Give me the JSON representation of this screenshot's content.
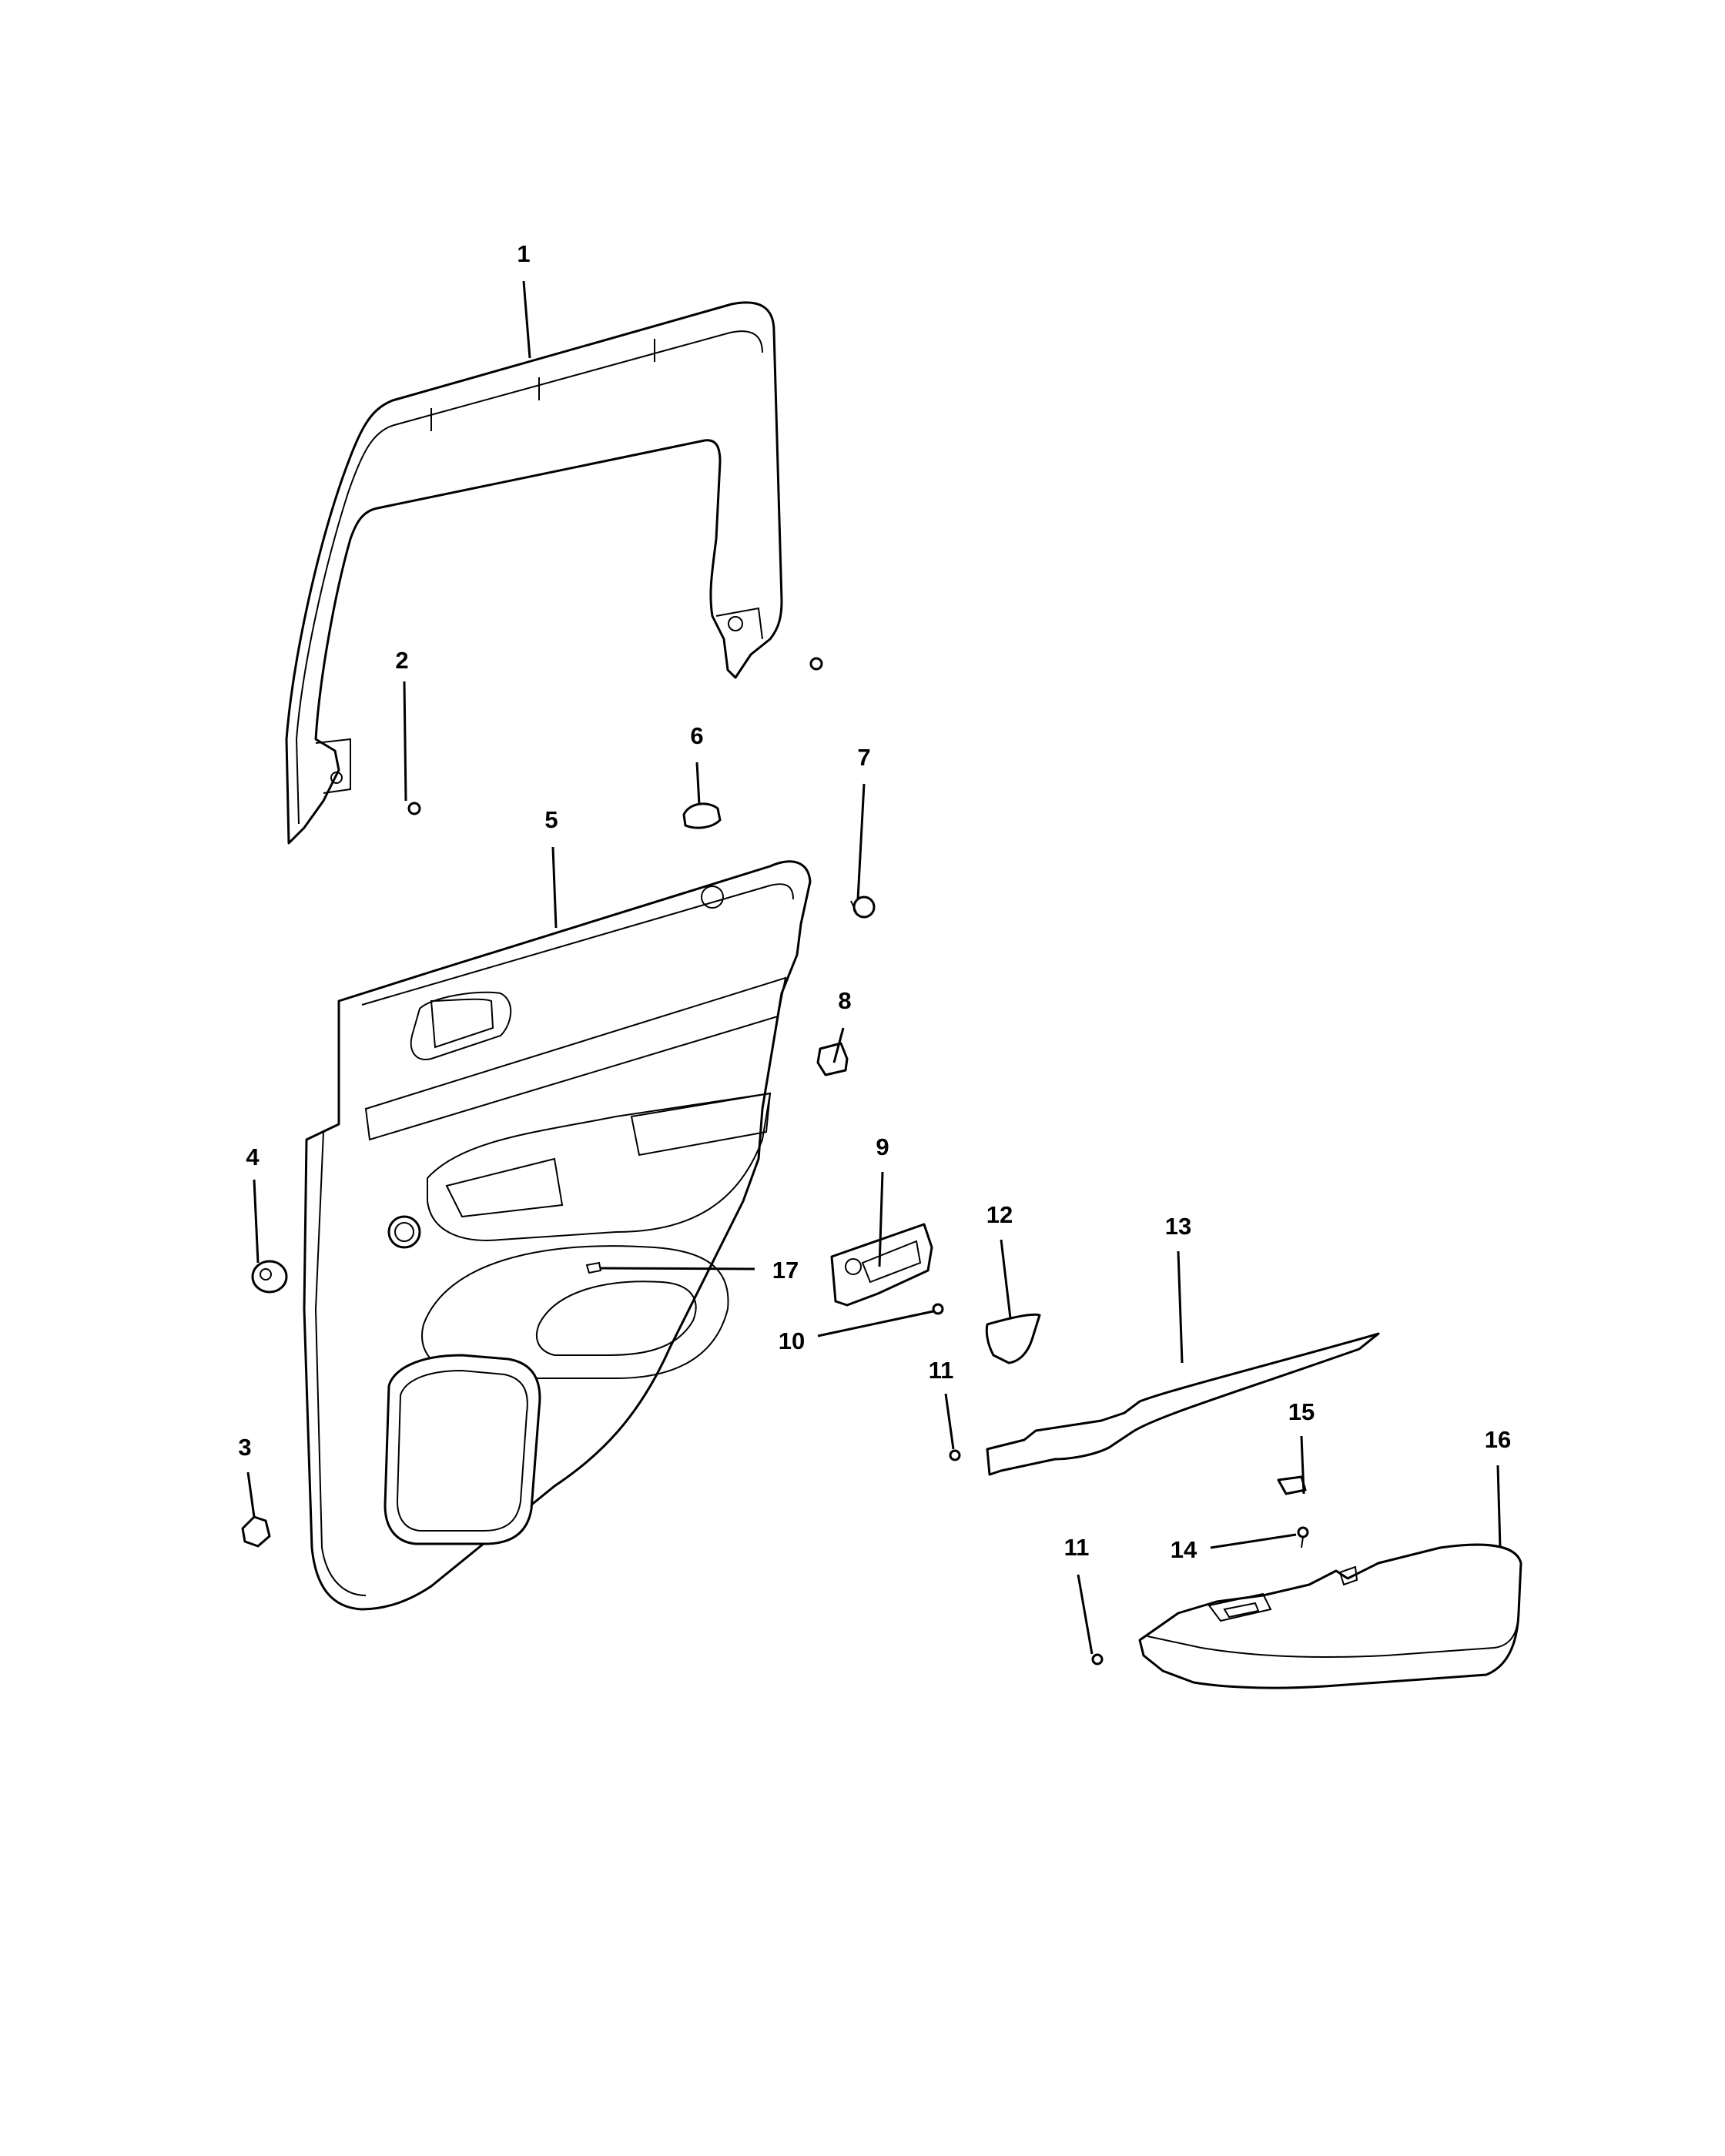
{
  "callouts": {
    "c1": "1",
    "c2": "2",
    "c3": "3",
    "c4": "4",
    "c5": "5",
    "c6": "6",
    "c7": "7",
    "c8": "8",
    "c9": "9",
    "c10": "10",
    "c11a": "11",
    "c11b": "11",
    "c12": "12",
    "c13": "13",
    "c14": "14",
    "c15": "15",
    "c16": "16",
    "c17": "17"
  },
  "colors": {
    "line": "#000000",
    "background": "#ffffff"
  }
}
